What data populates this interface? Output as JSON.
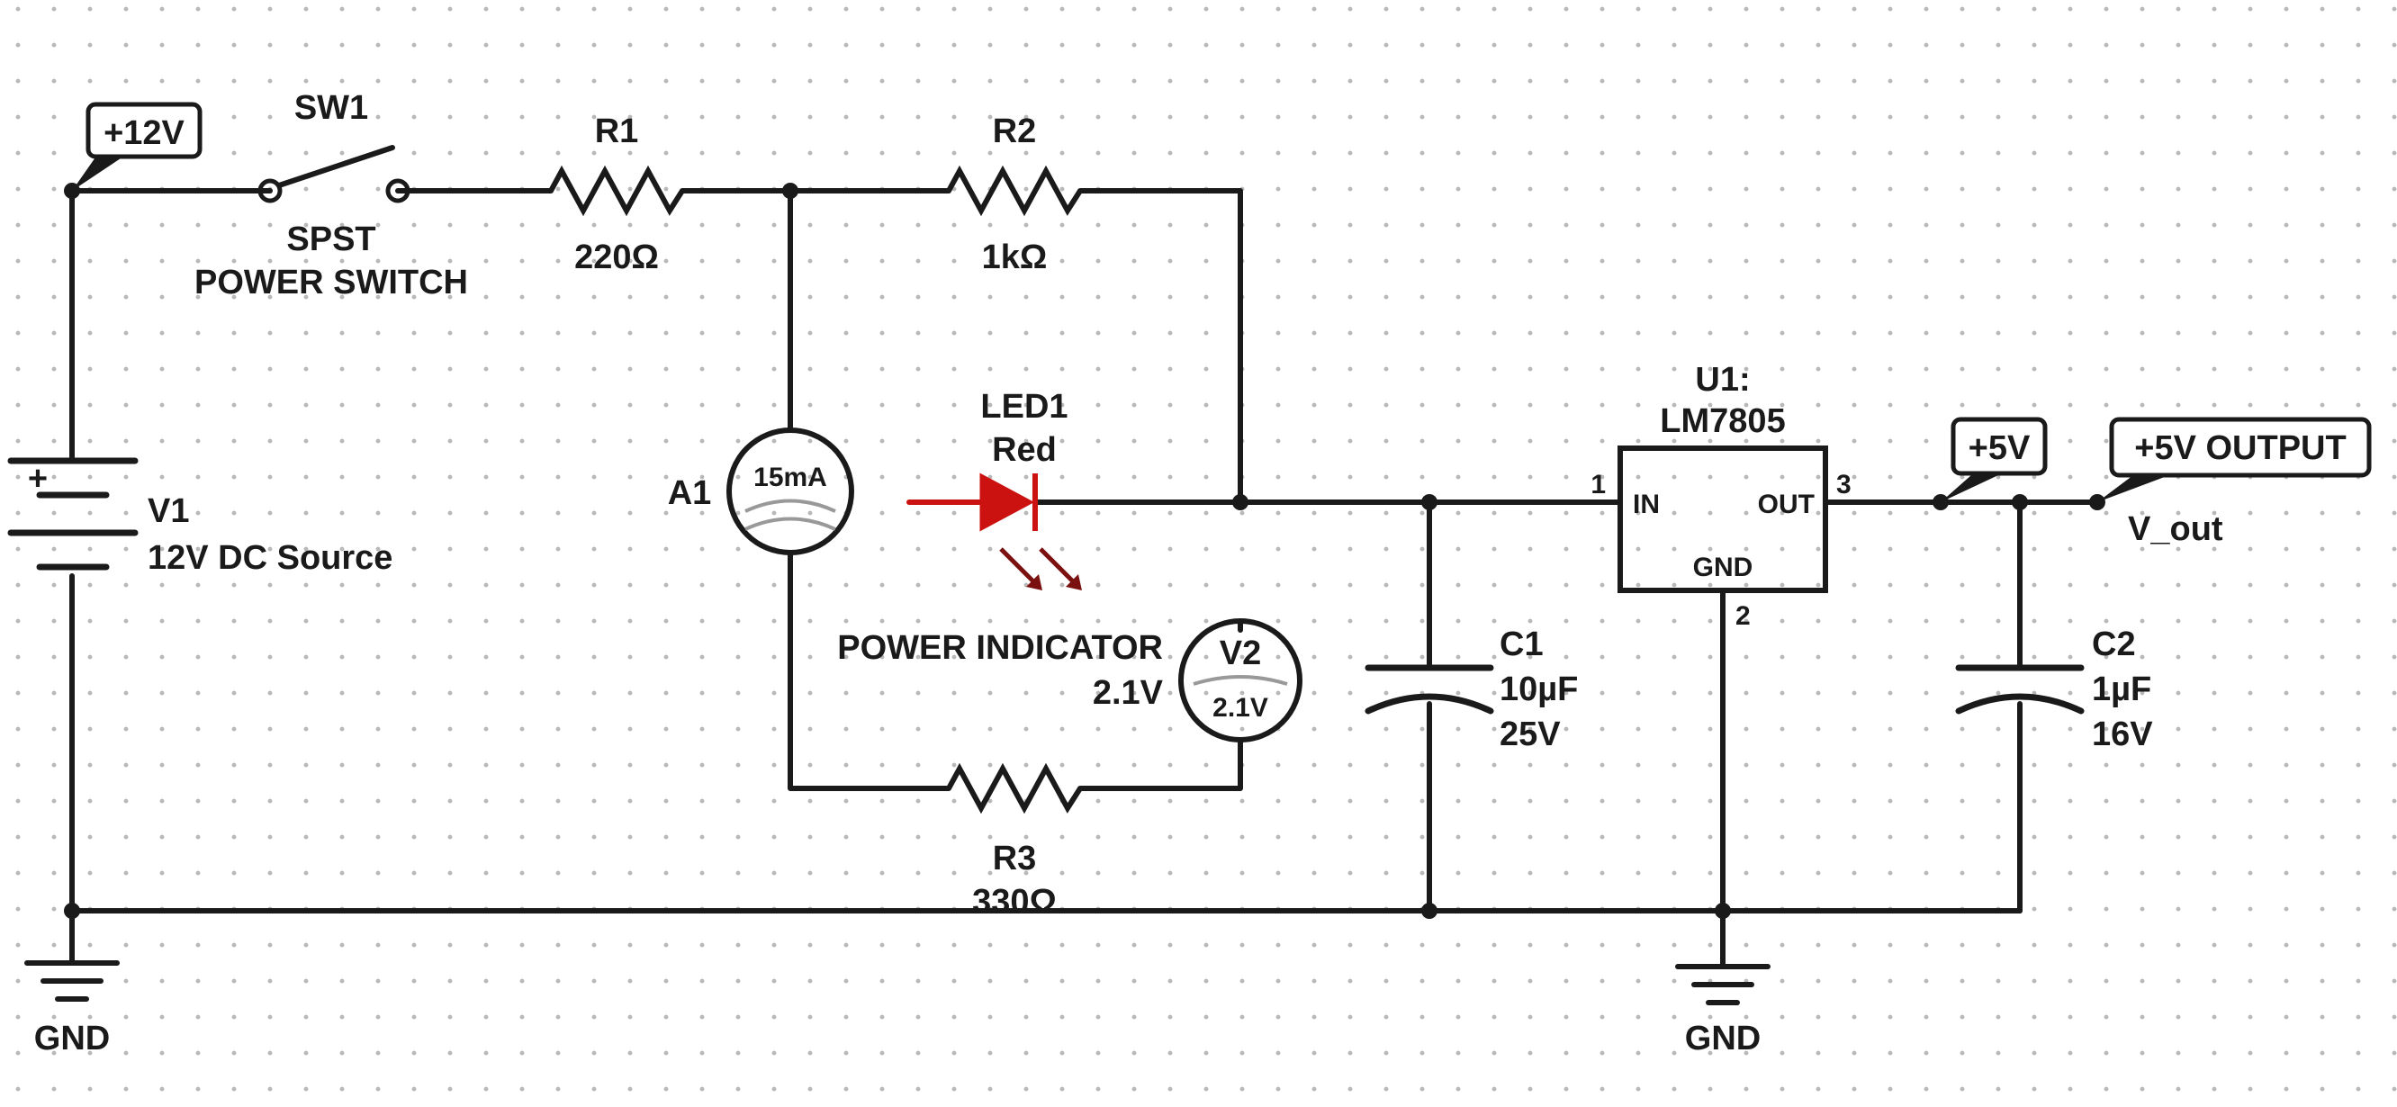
{
  "labels": {
    "plus12v": "+12V",
    "sw1_ref": "SW1",
    "sw1_type": "SPST",
    "sw1_desc": "POWER SWITCH",
    "r1_ref": "R1",
    "r1_val": "220Ω",
    "r2_ref": "R2",
    "r2_val": "1kΩ",
    "led_ref": "LED1",
    "led_color": "Red",
    "a1_ref": "A1",
    "a1_reading": "15mA",
    "v2_ref": "V2",
    "v2_reading": "2.1V",
    "power_indicator": "POWER INDICATOR",
    "power_indicator_v": "2.1V",
    "r3_ref": "R3",
    "r3_val": "330Ω",
    "v1_plus": "+",
    "v1_ref": "V1",
    "v1_desc": "12V DC Source",
    "c1_ref": "C1",
    "c1_cap": "10µF",
    "c1_v": "25V",
    "u1_ref": "U1:",
    "u1_part": "LM7805",
    "u1_in": "IN",
    "u1_out": "OUT",
    "u1_gnd": "GND",
    "pin1": "1",
    "pin2": "2",
    "pin3": "3",
    "plus5v": "+5V",
    "plus5v_output": "+5V OUTPUT",
    "v_out": "V_out",
    "c2_ref": "C2",
    "c2_cap": "1µF",
    "c2_v": "16V",
    "gnd_left": "GND",
    "gnd_right": "GND"
  },
  "colors": {
    "wire": "#1a1a1a",
    "led": "#cc1111",
    "led_arrows": "#7a1010",
    "grid_dot": "#b8b8b8",
    "background": "#ffffff"
  }
}
